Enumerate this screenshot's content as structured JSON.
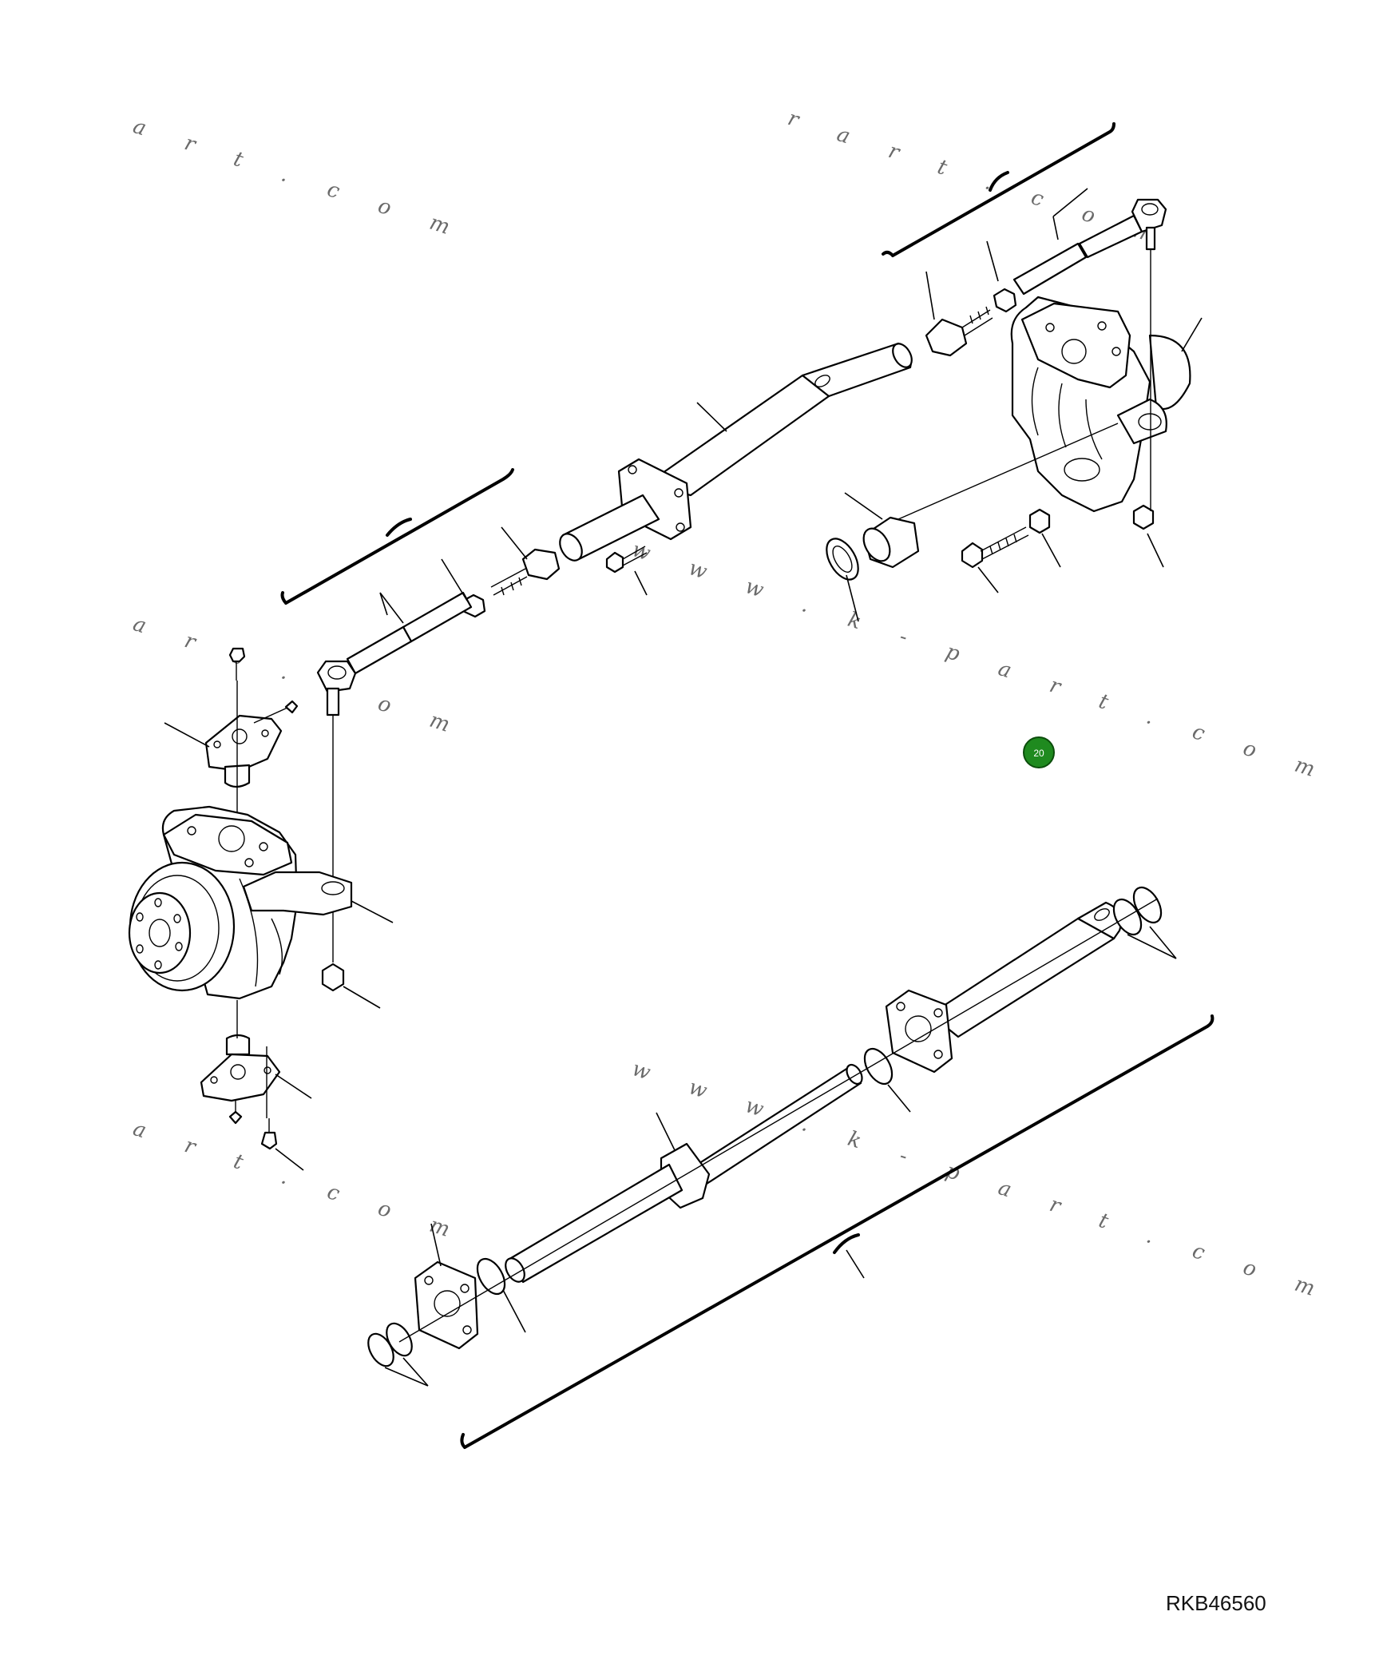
{
  "drawing": {
    "code": "RKB46560",
    "watermarks": [
      "a r t . c o m",
      "r a r t . c o m",
      "w w w . k - p a r t . c o m",
      "a r t . c o m",
      "w w w . k - p a r t . c o m",
      "a r t . c o m"
    ],
    "hotspot": {
      "label": "20",
      "color": "#1f8a1f"
    },
    "line_color": "#000000"
  }
}
